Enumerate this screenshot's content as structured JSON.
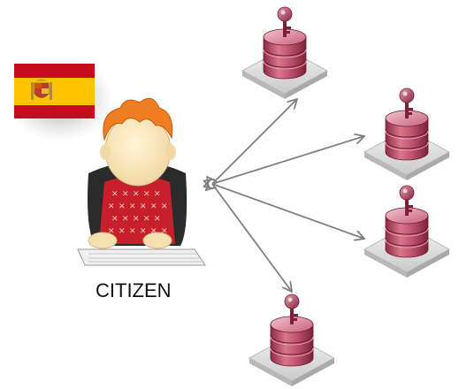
{
  "citizen": {
    "label": "CITIZEN",
    "flag": "spain-flag",
    "flag_colors": {
      "red": "#c60b1e",
      "yellow": "#ffc400"
    }
  },
  "databases": [
    {
      "name": "database-top"
    },
    {
      "name": "database-right-upper"
    },
    {
      "name": "database-right-lower"
    },
    {
      "name": "database-bottom"
    }
  ],
  "colors": {
    "arrow": "#7f7f7f",
    "db_body": "#b5445e",
    "db_highlight": "#e7a5b3",
    "platform": "#d9d9d9",
    "hair": "#ef7d22",
    "sweater": "#c8202b",
    "chair": "#2b2b2b"
  }
}
